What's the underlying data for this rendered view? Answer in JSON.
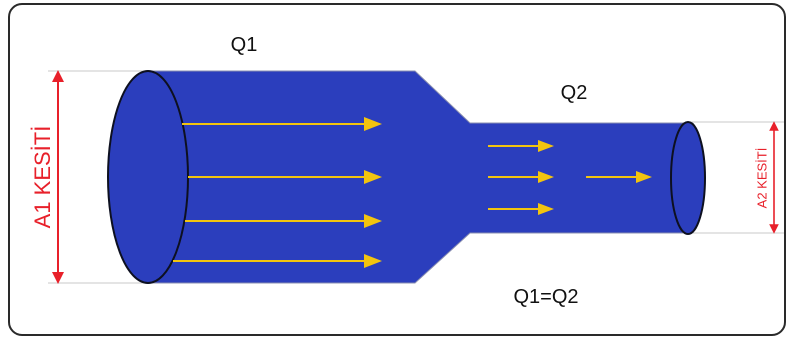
{
  "labels": {
    "q1": "Q1",
    "q2": "Q2",
    "equation": "Q1=Q2",
    "a1": "A1 KESİTİ",
    "a2": "A2 KESİTİ"
  },
  "colors": {
    "pipe": "#2b3ebd",
    "pipe_edge": "#0d1020",
    "arrow": "#f2c40f",
    "dimension": "#e8202a",
    "guide": "#c8c8c8",
    "frame": "#2a2a2a"
  }
}
